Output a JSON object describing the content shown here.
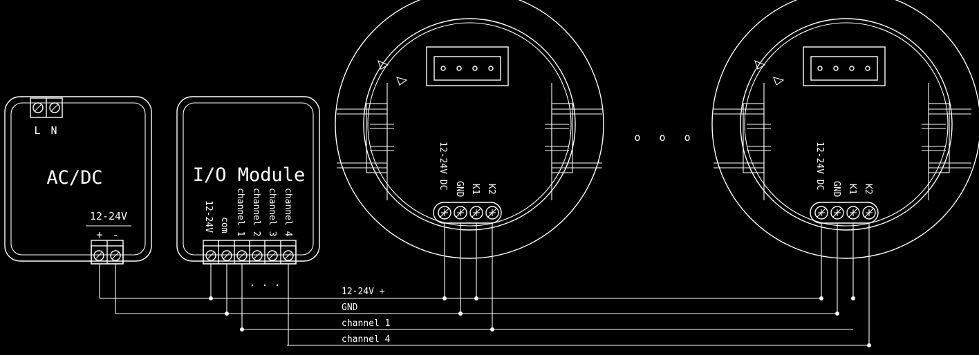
{
  "colors": {
    "background": "#000000",
    "stroke": "#ffffff"
  },
  "acdc": {
    "title": "AC/DC",
    "input_labels": [
      "L",
      "N"
    ],
    "output_label": "12-24V",
    "plus": "+",
    "minus": "-"
  },
  "io_module": {
    "title": "I/O Module",
    "terminals": [
      "12-24V",
      "com",
      "channel 1",
      "channel 2",
      "channel 3",
      "channel 4"
    ],
    "ellipsis": ". . ."
  },
  "devices": [
    {
      "terminals": [
        "12-24V DC",
        "GND",
        "K1",
        "K2"
      ]
    },
    {
      "terminals": [
        "12-24V DC",
        "GND",
        "K1",
        "K2"
      ]
    }
  ],
  "between_devices": "o   o   o",
  "buses": [
    "12-24V +",
    "GND",
    "channel 1",
    "channel 4"
  ]
}
